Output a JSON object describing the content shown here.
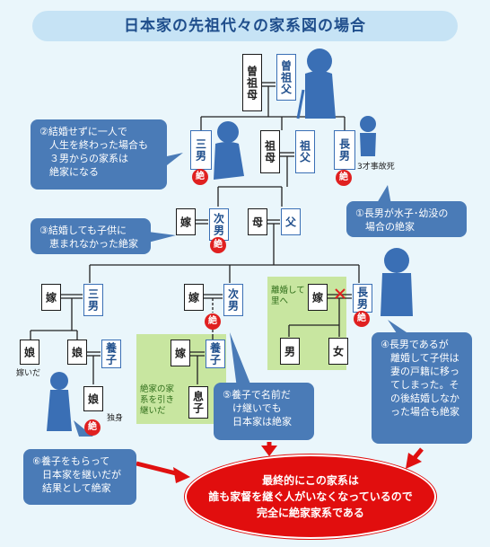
{
  "title": "日本家の先祖代々の家系図の場合",
  "gen1": {
    "grandmother": "曽祖母",
    "grandfather": "曽祖父"
  },
  "gen2": {
    "third_son": "三男",
    "grandmother": "祖母",
    "grandfather": "祖父",
    "eldest_son": "長男",
    "accident_note": "3才事故死"
  },
  "gen3": {
    "wife": "嫁",
    "second_son": "次男",
    "mother": "母",
    "father": "父"
  },
  "gen4": {
    "wife_a": "嫁",
    "third_son": "三男",
    "wife_b": "嫁",
    "second_son": "次男",
    "wife_c": "嫁",
    "eldest_son": "長男"
  },
  "gen5": {
    "daughter_a": "娘",
    "daughter_b": "娘",
    "adopted_a": "養子",
    "wife_d": "嫁",
    "adopted_b": "養子",
    "son": "男",
    "girl": "女",
    "married_out_note": "嫁いだ"
  },
  "gen6": {
    "daughter": "娘",
    "single_note": "独身",
    "grandson": "息子"
  },
  "zetsu": "絶",
  "divorce_label": "離婚して\n里へ",
  "green_note": "絶家の家\n系を引き\n継いだ",
  "bubbles": {
    "b2": "②結婚せずに一人で\n　人生を終わった場合も\n　３男からの家系は\n　絶家になる",
    "b1": "①長男が水子･幼没の\n　場合の絶家",
    "b3": "③結婚しても子供に\n　恵まれなかった絶家",
    "b4": "④長男であるが\n　離婚して子供は\n　妻の戸籍に移っ\n　てしまった。そ\n　の後結婚しなか\n　った場合も絶家",
    "b5": "⑤養子で名前だ\n　け継いでも\n　日本家は絶家",
    "b6": "⑥養子をもらって\n　日本家を継いだが\n　結果として絶家"
  },
  "final_message": "最終的にこの家系は\n誰も家督を継ぐ人がいなくなっているので\n完全に絶家家系である",
  "colors": {
    "accent_blue": "#4a7bb7",
    "title_bg": "#c6e3f5",
    "zetsu_red": "#e02020",
    "green": "#c8e6a0"
  }
}
